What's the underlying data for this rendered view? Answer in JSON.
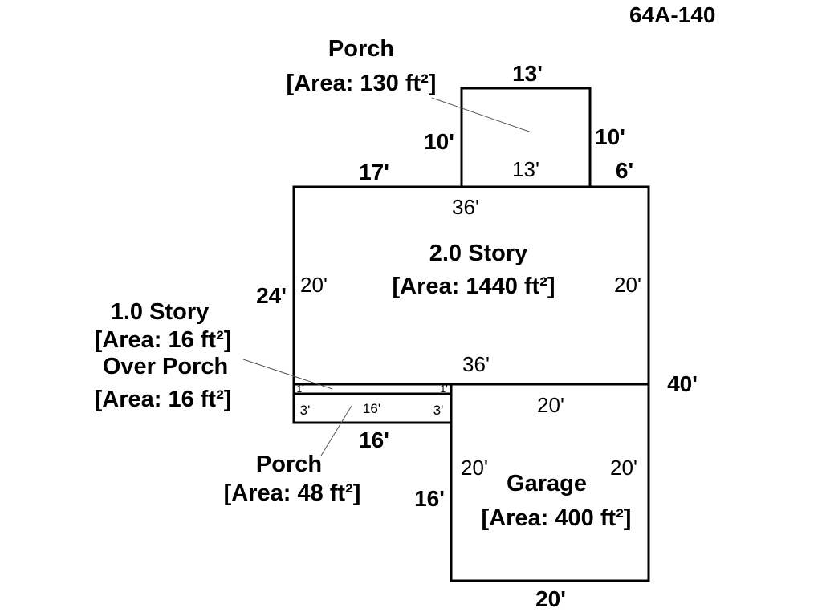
{
  "sketch_id": "64A-140",
  "areas": {
    "porch_top": {
      "name": "Porch",
      "area": "[Area: 130 ft²]"
    },
    "two_story": {
      "name": "2.0 Story",
      "area": "[Area: 1440 ft²]"
    },
    "one_story": {
      "name": "1.0 Story",
      "area": "[Area: 16 ft²]",
      "sub_name": "Over Porch",
      "sub_area": "[Area: 16 ft²]"
    },
    "porch_bottom": {
      "name": "Porch",
      "area": "[Area: 48 ft²]"
    },
    "garage": {
      "name": "Garage",
      "area": "[Area: 400 ft²]"
    }
  },
  "dimensions": {
    "porch_top_width": "13'",
    "porch_left": "10'",
    "porch_right": "10'",
    "porch_inner_width": "13'",
    "top_left_segment": "17'",
    "top_right_segment": "6'",
    "house_top_inner": "36'",
    "house_left_outer": "24'",
    "house_left_inner": "20'",
    "house_right_inner": "20'",
    "house_bottom_inner": "36'",
    "right_outer": "40'",
    "onestory_left_small": "1'",
    "onestory_right_small": "1'",
    "porch_bottom_left": "3'",
    "porch_bottom_inner": "16'",
    "porch_bottom_right": "3'",
    "porch_bottom_outer": "16'",
    "garage_top": "20'",
    "garage_left_inner": "20'",
    "garage_right_inner": "20'",
    "garage_left_outer": "16'",
    "garage_bottom": "20'"
  }
}
